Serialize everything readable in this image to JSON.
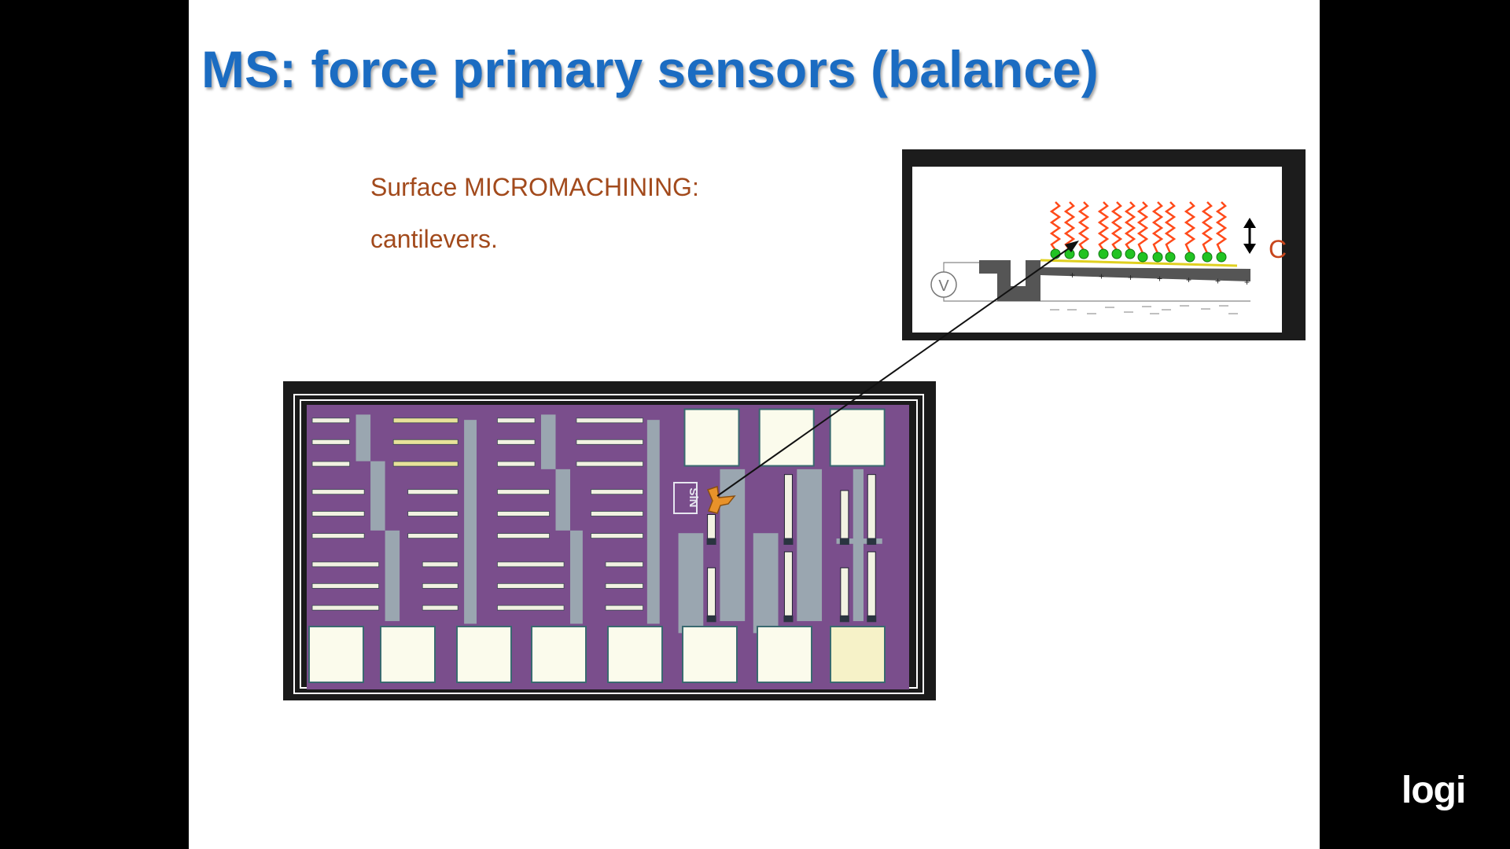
{
  "slide": {
    "title": "MS: force primary sensors (balance)",
    "body_lines": [
      "Surface MICROMACHINING:",
      "cantilevers."
    ],
    "diagram": {
      "voltmeter_label": "V",
      "capacitance_label": "C"
    },
    "chip_image": {
      "label": "SiN"
    }
  },
  "colors": {
    "title": "#1b6cc2",
    "body_text": "#a24a1c",
    "chip_purple": "#7a4e8c",
    "molecule": "#ff4a1a",
    "receptor": "#22c322"
  },
  "logo": {
    "text": "logi"
  }
}
